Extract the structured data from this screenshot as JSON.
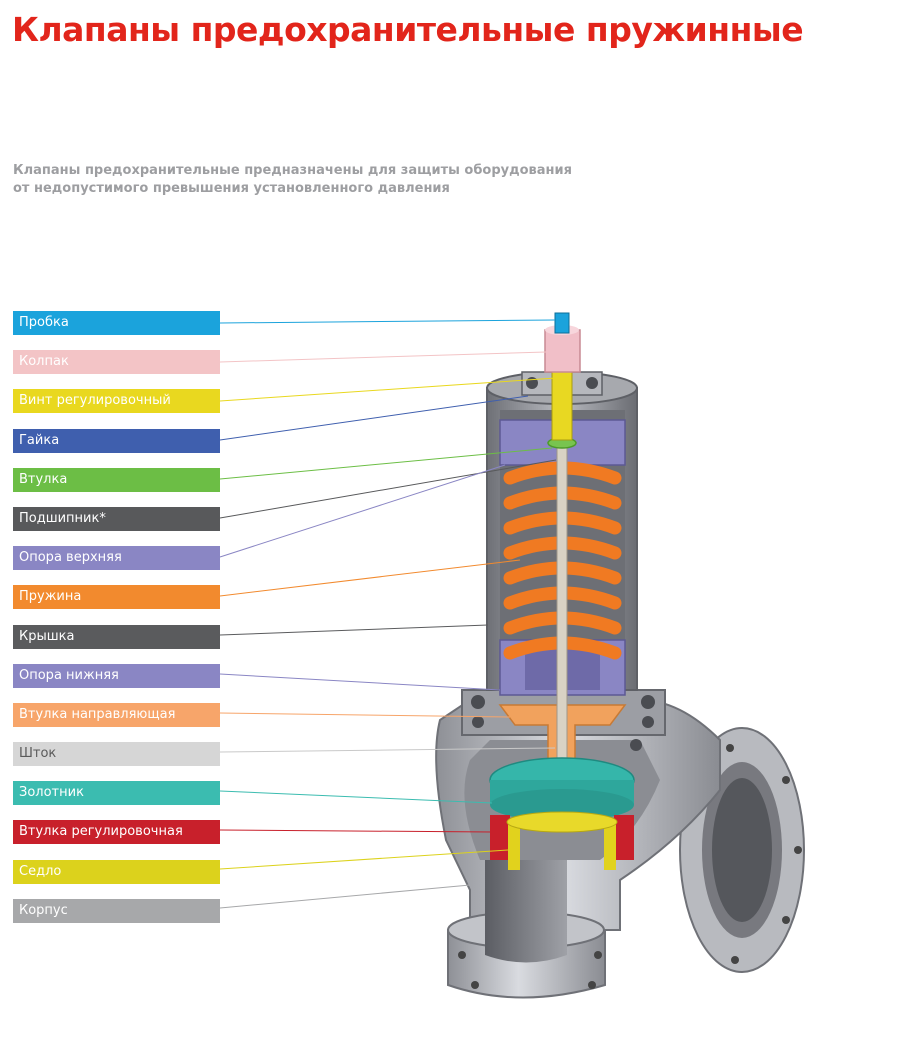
{
  "title": "Клапаны предохранительные пружинные",
  "subtitle": {
    "line1": "Клапаны предохранительные предназначены для защиты  оборудования",
    "line2": "от недопустимого превышения установленного давления"
  },
  "parts": [
    {
      "label": "Пробка",
      "color": "#1ba3dc",
      "text_color": "#ffffff"
    },
    {
      "label": "Колпак",
      "color": "#f3c4c6",
      "text_color": "#ffffff"
    },
    {
      "label": "Винт регулировочный",
      "color": "#e9d81f",
      "text_color": "#ffffff"
    },
    {
      "label": "Гайка",
      "color": "#3f5fae",
      "text_color": "#ffffff"
    },
    {
      "label": "Втулка",
      "color": "#6cbe45",
      "text_color": "#ffffff"
    },
    {
      "label": "Подшипник*",
      "color": "#58595b",
      "text_color": "#ffffff"
    },
    {
      "label": "Опора верхняя",
      "color": "#8a86c4",
      "text_color": "#ffffff"
    },
    {
      "label": "Пружина",
      "color": "#f28a2e",
      "text_color": "#ffffff"
    },
    {
      "label": "Крышка",
      "color": "#5a5b5d",
      "text_color": "#ffffff"
    },
    {
      "label": "Опора нижняя",
      "color": "#8a86c4",
      "text_color": "#ffffff"
    },
    {
      "label": "Втулка направляющая",
      "color": "#f7a56a",
      "text_color": "#ffffff"
    },
    {
      "label": "Шток",
      "color": "#d6d6d6",
      "text_color": "#5a5a5a"
    },
    {
      "label": "Золотник",
      "color": "#3bbcb0",
      "text_color": "#ffffff"
    },
    {
      "label": "Втулка регулировочная",
      "color": "#c8202b",
      "text_color": "#ffffff"
    },
    {
      "label": "Седло",
      "color": "#dcd21c",
      "text_color": "#ffffff"
    },
    {
      "label": "Корпус",
      "color": "#a7a8aa",
      "text_color": "#ffffff"
    }
  ]
}
